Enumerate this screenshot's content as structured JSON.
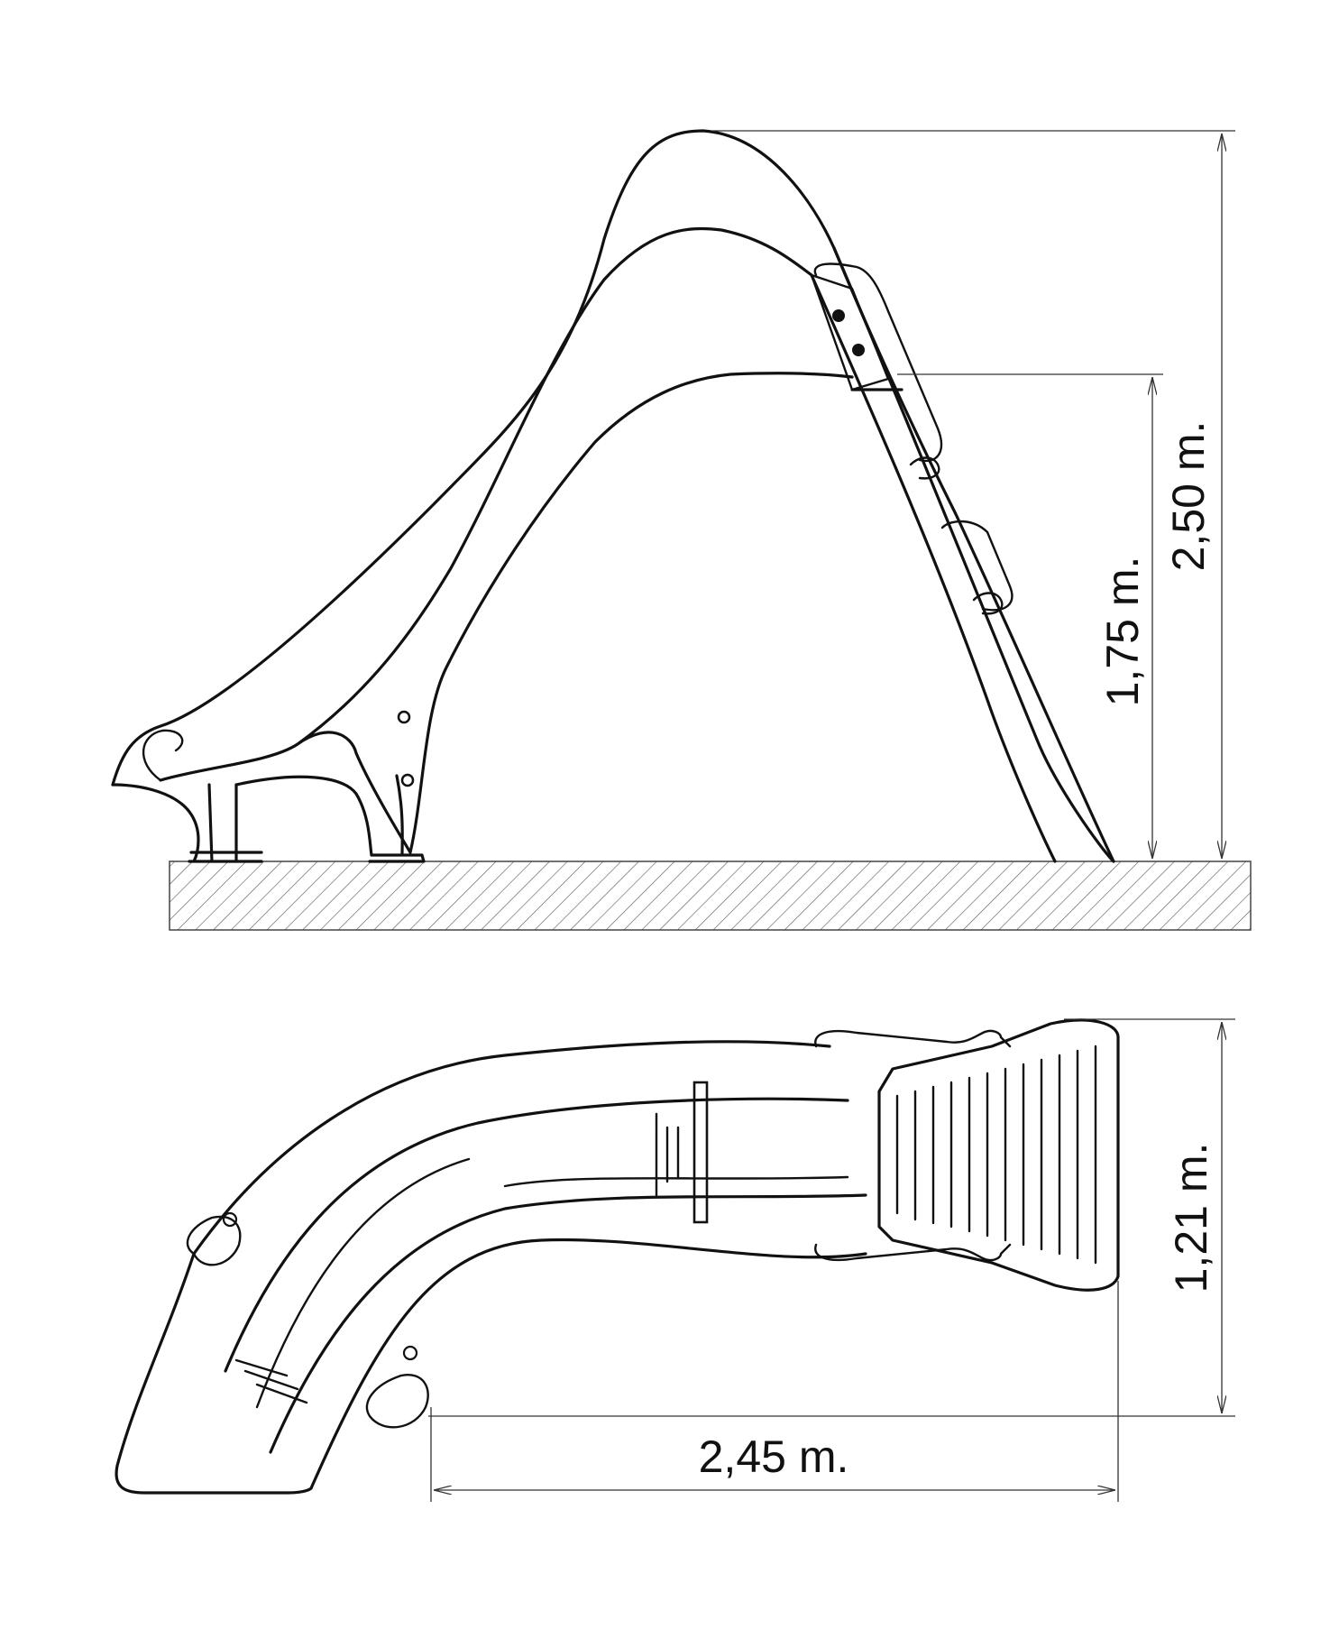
{
  "dimensions": {
    "total_height": "2,50 m.",
    "platform_height": "1,75 m.",
    "width": "1,21 m.",
    "length": "2,45 m."
  }
}
